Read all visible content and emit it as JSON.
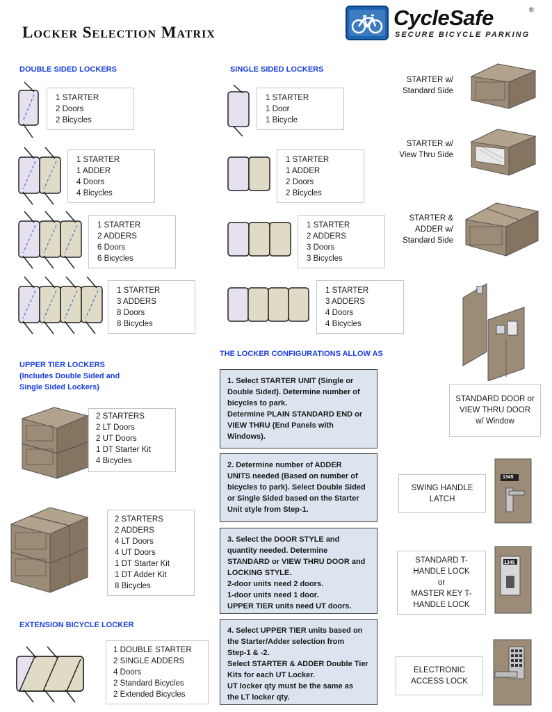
{
  "header": {
    "title": "Locker Selection Matrix",
    "brand": "CycleSafe",
    "registered": "®",
    "tagline": "SECURE BICYCLE PARKING"
  },
  "sections": {
    "double_sided": "DOUBLE SIDED LOCKERS",
    "single_sided": "SINGLE SIDED LOCKERS",
    "upper_tier": [
      "UPPER TIER LOCKERS",
      "(Includes Double Sided and",
      "Single Sided Lockers)"
    ],
    "extension": "EXTENSION BICYCLE LOCKER",
    "configurations": "THE LOCKER CONFIGURATIONS ALLOW AS"
  },
  "double_sided": [
    [
      "1 STARTER",
      "2 Doors",
      "2 Bicycles"
    ],
    [
      "1 STARTER",
      "1 ADDER",
      "4 Doors",
      "4 Bicycles"
    ],
    [
      "1 STARTER",
      "2 ADDERS",
      "6 Doors",
      "6 Bicycles"
    ],
    [
      "1 STARTER",
      "3 ADDERS",
      "8 Doors",
      "8 Bicycles"
    ]
  ],
  "single_sided": [
    [
      "1 STARTER",
      "1 Door",
      "1 Bicycle"
    ],
    [
      "1 STARTER",
      "1 ADDER",
      "2 Doors",
      "2 Bicycles"
    ],
    [
      "1 STARTER",
      "2 ADDERS",
      "3 Doors",
      "3 Bicycles"
    ],
    [
      "1 STARTER",
      "3 ADDERS",
      "4 Doors",
      "4 Bicycles"
    ]
  ],
  "upper_tier": [
    [
      "2 STARTERS",
      "2 LT Doors",
      "2 UT Doors",
      "1 DT Starter Kit",
      "4 Bicycles"
    ],
    [
      "2 STARTERS",
      "2 ADDERS",
      "4 LT Doors",
      "4 UT Doors",
      "1 DT Starter Kit",
      "1 DT Adder Kit",
      "8 Bicycles"
    ]
  ],
  "extension": [
    "1 DOUBLE STARTER",
    "2 SINGLE ADDERS",
    "4 Doors",
    "2 Standard Bicycles",
    "2 Extended Bicycles"
  ],
  "steps": [
    [
      "1. Select STARTER UNIT (Single or",
      "Double Sided).  Determine number of",
      "bicycles to park.",
      "Determine  PLAIN STANDARD END or",
      "VIEW THRU (End Panels with",
      "Windows)."
    ],
    [
      "2.  Determine number of ADDER",
      "UNITS needed (Based on number of",
      "bicycles to park). Select Double Sided",
      "or Single Sided based on the Starter",
      "Unit style from Step-1."
    ],
    [
      "3.  Select the DOOR STYLE and",
      "quantity needed.  Determine",
      "STANDARD or VIEW THRU DOOR and",
      "LOCKING STYLE.",
      "2-door units need 2 doors.",
      "1-door units need 1 door.",
      "UPPER TIER units need UT doors."
    ],
    [
      "4.  Select UPPER TIER units based on",
      "the Starter/Adder selection from",
      "Step-1 & -2.",
      "Select STARTER & ADDER Double Tier",
      "Kits for each UT Locker.",
      "UT locker qty must be the same as",
      "the LT locker qty."
    ]
  ],
  "right_captions": [
    [
      "STARTER w/",
      "Standard Side"
    ],
    [
      "STARTER w/",
      "View Thru Side"
    ],
    [
      "STARTER &",
      "ADDER w/",
      "Standard Side"
    ]
  ],
  "right_boxes": {
    "door": [
      "STANDARD DOOR or",
      "VIEW THRU DOOR",
      "w/ Window"
    ],
    "swing": [
      "SWING HANDLE",
      "LATCH"
    ],
    "thandle": [
      "STANDARD T-",
      "HANDLE LOCK",
      "or",
      "MASTER KEY T-",
      "HANDLE LOCK"
    ],
    "electronic": [
      "ELECTRONIC",
      "ACCESS LOCK"
    ]
  },
  "keypad_number": "1345",
  "colors": {
    "section_heading": "#1a3ee0",
    "starter_fill": "#e6e0ef",
    "adder_fill": "#e0dbc6",
    "step_fill": "#dce5ef",
    "locker_body": "#a0907a",
    "brand_blue": "#1b64b4"
  }
}
